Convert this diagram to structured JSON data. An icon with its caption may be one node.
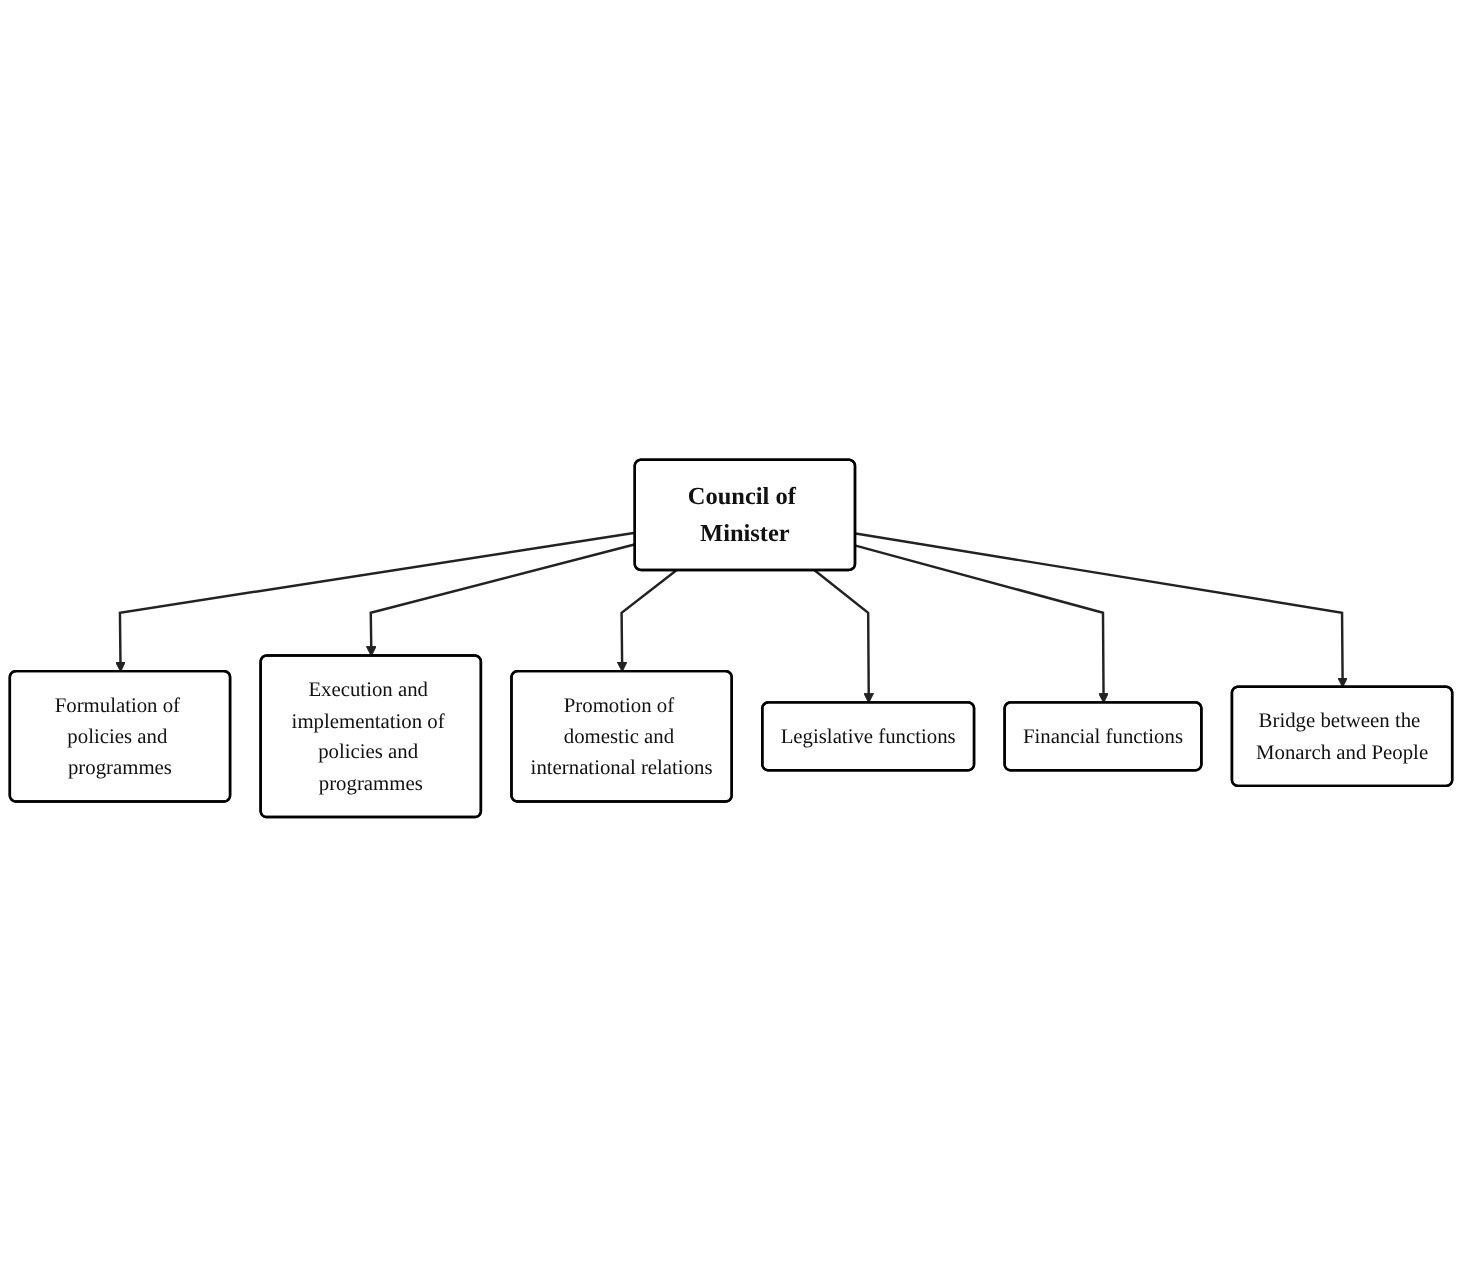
{
  "diagram": {
    "nodes": [
      {
        "text": [
          "Formulation of policies and programmes"
        ]
      },
      {
        "text": [
          "Execution and implementation of policies and programmes"
        ]
      },
      {
        "text": [
          "Promotion of domestic and international relations"
        ]
      },
      {
        "text": [
          "Council of Minister"
        ]
      },
      {
        "text": [
          "Legislative functions"
        ]
      },
      {
        "text": [
          "Financial functions"
        ]
      },
      {
        "text": [
          "Bridge between the Monarch and People"
        ]
      }
    ],
    "edges": [
      {
        "from": 3,
        "to": 0,
        "arrow": "to"
      },
      {
        "from": 3,
        "to": 1,
        "arrow": "to"
      },
      {
        "from": 3,
        "to": 2,
        "arrow": "to"
      },
      {
        "from": 3,
        "to": 4,
        "arrow": "to"
      },
      {
        "from": 3,
        "to": 5,
        "arrow": "to"
      },
      {
        "from": 3,
        "to": 6,
        "arrow": "to"
      }
    ]
  }
}
